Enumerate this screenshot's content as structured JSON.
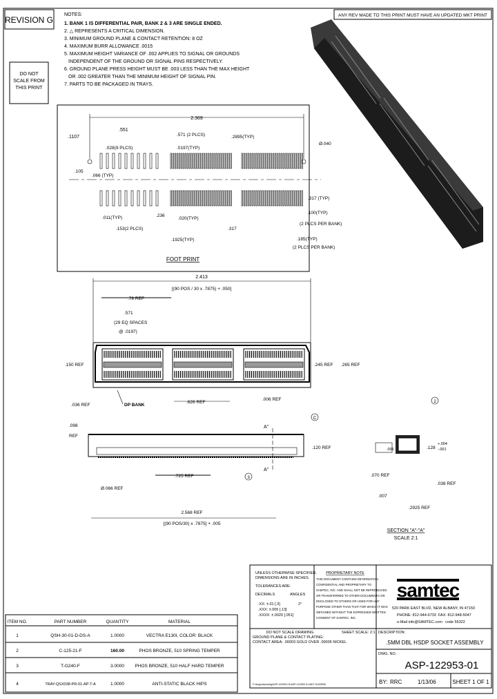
{
  "revision": "REVISION G",
  "do_not_scale": [
    "DO NOT",
    "SCALE FROM",
    "THIS PRINT"
  ],
  "rev_note": "ANY REV MADE TO THIS PRINT MUST HAVE AN UPDATED MKT PRINT",
  "notes": {
    "title": "NOTES:",
    "lines": [
      "1. BANK 1 IS DIFFERENTIAL PAIR, BANK 2 & 3 ARE SINGLE ENDED.",
      "2. △ REPRESENTS A CRITICAL DIMENSION.",
      "3. MINIMUM GROUND PLANE & CONTACT RETENTION: 8 OZ",
      "4. MAXIMUM BURR ALLOWANCE .0015",
      "5. MAXIMUM HEIGHT VARIANCE OF .002 APPLIES TO SIGNAL OR GROUNDS",
      "   INDEPENDENT OF THE GROUND OR SIGNAL PINS RESPECTIVELY.",
      "6. GROUND PLANE PRESS HEIGHT MUST BE .003 LESS THAN THE MAX HEIGHT",
      "   OR .002 GREATER THAN THE MINIMUM HEIGHT OF SIGNAL PIN.",
      "7. PARTS TO BE PACKAGED IN TRAYS."
    ]
  },
  "footprint": {
    "title": "FOOT PRINT",
    "dims": {
      "overall": "2.369",
      "d1107": ".1107",
      "d551": ".551",
      "d571": ".571 (2 PLCS)",
      "d2895": ".2895(TYP)",
      "hole": "Ø.040",
      "d028": ".028(9 PLCS)",
      "d0197": ".0197(TYP)",
      "d105": ".105",
      "d066": ".066 (TYP)",
      "d317typ": ".317 (TYP)",
      "d011": ".011(TYP)",
      "d236": ".236",
      "d020": ".020(TYP)",
      "d153": ".153(2 PLCS)",
      "d317": ".317",
      "d1925": ".1925(TYP)",
      "d100": ".100(TYP)",
      "d100b": "(2 PLCS PER BANK)",
      "d185": ".185(TYP)",
      "d185b": "(2 PLCS PER BANK)"
    }
  },
  "top_view": {
    "overall": "2.413",
    "overall_formula": "[(90 POS / 30 x .7875) + .050]",
    "d78": ".78 REF",
    "d571": ".571",
    "spaces": "(29 EQ SPACES",
    "spaces2": "@ .0197)",
    "d150": ".150 REF",
    "d245": ".245 REF",
    "d265": ".265 REF",
    "d036": ".036 REF",
    "dp_bank": "DP BANK",
    "d626": ".626 REF",
    "d006": ".006 REF"
  },
  "side_view": {
    "d098": ".098",
    "ref": "REF",
    "section_mark": "A\"",
    "d120": ".120 REF",
    "d725": ".725 REF",
    "d066": "Ø.066 REF",
    "overall": "2.568 REF",
    "overall_formula": "[(90 POS/30) x .7875] + .005",
    "balloon_c": "C",
    "balloon_3": "3",
    "balloon_2": "2"
  },
  "section": {
    "flat": ".006",
    "d128": ".128",
    "tol_plus": "+.004",
    "tol_minus": "-.001",
    "d070": ".070 REF",
    "d038": ".038 REF",
    "d007": ".007",
    "d2925": ".2925 REF",
    "title": "SECTION \"A\"-\"A\"",
    "scale": "SCALE 2:1"
  },
  "bom": {
    "headers": [
      "ITEM NO.",
      "PART NUMBER",
      "QUANTITY",
      "MATERIAL"
    ],
    "rows": [
      [
        "1",
        "QSH-30-01-D-DS-A",
        "1.0000",
        "VECTRA E130I, COLOR: BLACK"
      ],
      [
        "2",
        "C-125-21-F",
        "160.00",
        "PHOS BRONZE, 510 SPRING TEMPER"
      ],
      [
        "3",
        "T-G240-F",
        "3.0000",
        "PHOS BRONZE, 510 HALF HARD TEMPER"
      ],
      [
        "4",
        "TRAY-QSX038-PR-01-AP-T-A",
        "1.0000",
        "ANTI-STATIC BLACK HIPS"
      ]
    ]
  },
  "title_block": {
    "tol_lines": [
      "UNLESS OTHERWISE SPECIFIED,",
      "DIMENSIONS ARE IN INCHES.",
      "TOLERANCES ARE:"
    ],
    "decimals_label": "DECIMALS",
    "angles_label": "ANGLES",
    "decimals": [
      ".XX: ±.01 [.3]",
      ".XXX: ±.005 [.13]",
      ".XXXX: ±.0020 [.051]"
    ],
    "angles": "2°",
    "proprietary_title": "PROPRIETARY NOTE",
    "proprietary_lines": [
      "THIS DOCUMENT CONTAINS INFORMATION",
      "CONFIDENTIAL AND PROPRIETARY TO",
      "SAMTEC, INC. AND SHALL NOT BE REPRODUCED",
      "OR TRANSFERRED TO OTHER DOCUMENTS OR",
      "DISCLOSED TO OTHERS OR USED FOR ANY",
      "PURPOSE OTHER THAN THAT FOR WHICH IT WAS",
      "OBTAINED WITHOUT THE EXPRESSED WRITTEN",
      "CONSENT OF SAMTEC, INC."
    ],
    "logo": "samtec",
    "address": "520 PARK EAST BLVD, NEW ALBANY, IN 47150",
    "phone": "PHONE: 812-944-6733",
    "fax": "FAX: 812-948-5047",
    "email": "e-Mail info@SAMTEC.com",
    "code": "code 55322",
    "do_not_scale": "DO NOT SCALE DRAWING",
    "sheet_scale": "SHEET SCALE: 2:1",
    "plating1": "GROUND PLANE & CONTACT PLATING:",
    "plating2": "CONTACT AREA: .00003 GOLD OVER .00005 NICKEL",
    "file_path": "F:\\dwg\\misc\\mktg\\ASP-122953-01\\ASP-122953-01-MKT.SLDDRW",
    "desc_label": "DESCRIPTION:",
    "description": ".5MM DBL HSDP SOCKET ASSEMBLY",
    "dwg_label": "DWG. NO.",
    "dwg_no": "ASP-122953-01",
    "by": "BY:",
    "by_value": "RRC",
    "date": "1/13/06",
    "sheet": "SHEET 1 OF 1"
  }
}
